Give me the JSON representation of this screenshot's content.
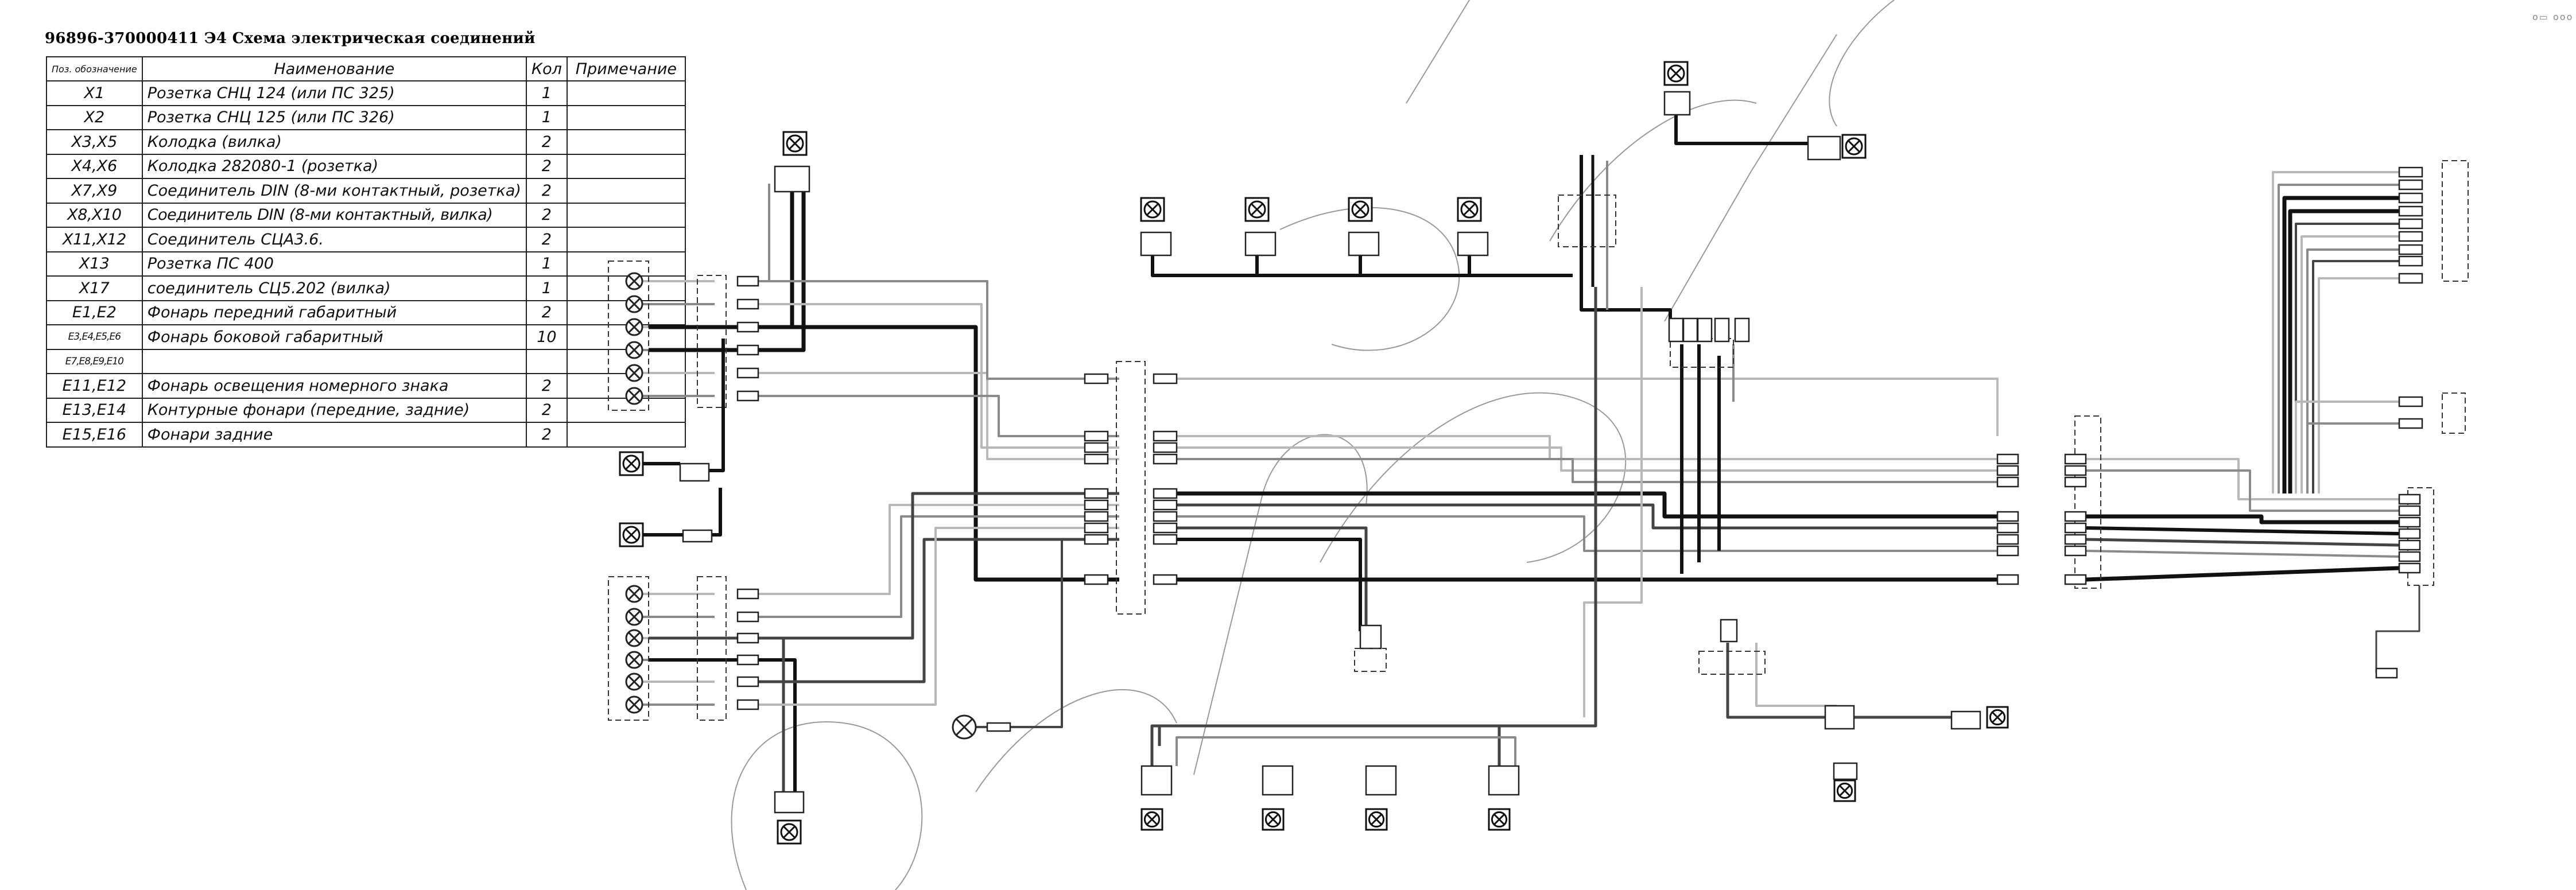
{
  "title": "96896-370000411 Э4 Схема электрическая соединений",
  "corner_mark": "o▭ ooo",
  "table": {
    "headers": [
      "Поз. обозначение",
      "Наименование",
      "Кол",
      "Примечание"
    ],
    "rows": [
      {
        "pos": "X1",
        "name": "Розетка СНЦ 124 (или ПС 325)",
        "qty": "1",
        "note": ""
      },
      {
        "pos": "X2",
        "name": "Розетка СНЦ 125 (или ПС 326)",
        "qty": "1",
        "note": ""
      },
      {
        "pos": "X3,X5",
        "name": "Колодка (вилка)",
        "qty": "2",
        "note": ""
      },
      {
        "pos": "X4,X6",
        "name": "Колодка 282080-1 (розетка)",
        "qty": "2",
        "note": ""
      },
      {
        "pos": "X7,X9",
        "name": "Соединитель DIN (8-ми контактный, розетка)",
        "qty": "2",
        "note": ""
      },
      {
        "pos": "X8,X10",
        "name": "Соединитель DIN (8-ми контактный, вилка)",
        "qty": "2",
        "note": ""
      },
      {
        "pos": "X11,X12",
        "name": "Соединитель СЦА3.6.",
        "qty": "2",
        "note": ""
      },
      {
        "pos": "X13",
        "name": "Розетка ПС 400",
        "qty": "1",
        "note": ""
      },
      {
        "pos": "X17",
        "name": "соединитель СЦ5.202 (вилка)",
        "qty": "1",
        "note": ""
      },
      {
        "pos": "E1,E2",
        "name": "Фонарь передний габаритный",
        "qty": "2",
        "note": ""
      },
      {
        "pos": "E3,E4,E5,E6",
        "name": "Фонарь боковой габаритный",
        "qty": "10",
        "note": ""
      },
      {
        "pos": "E7,E8,E9,E10",
        "name": "",
        "qty": "",
        "note": ""
      },
      {
        "pos": "E11,E12",
        "name": "Фонарь освещения номерного знака",
        "qty": "2",
        "note": ""
      },
      {
        "pos": "E13,E14",
        "name": "Контурные фонари (передние, задние)",
        "qty": "2",
        "note": ""
      },
      {
        "pos": "E15,E16",
        "name": "Фонари задние",
        "qty": "2",
        "note": ""
      }
    ]
  },
  "colors": {
    "wire_black": "#111111",
    "wire_dark": "#444444",
    "wire_grey": "#8a8a8a",
    "wire_light": "#b8b8b8",
    "watermark": "#999999"
  }
}
